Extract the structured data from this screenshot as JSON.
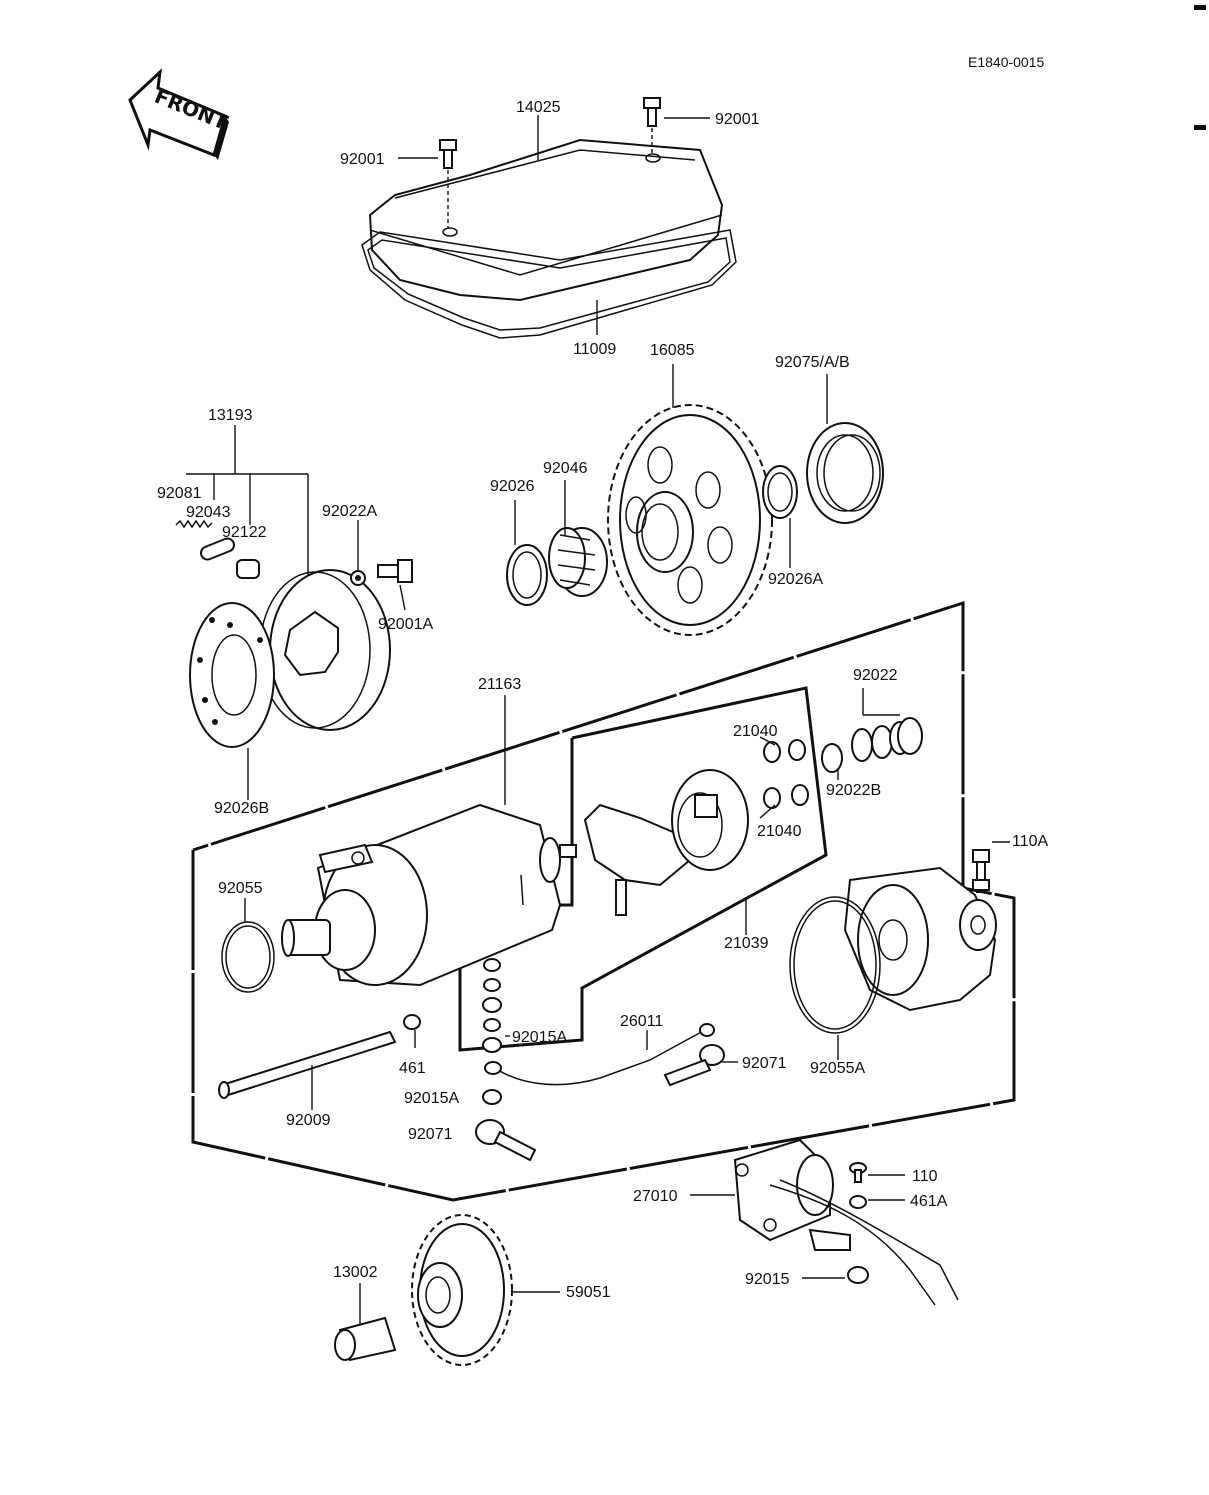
{
  "diagram_code": "E1840-0015",
  "front_label": "FRONT",
  "callouts": {
    "c14025": "14025",
    "c92001_left": "92001",
    "c92001_right": "92001",
    "c11009": "11009",
    "c16085": "16085",
    "c92075": "92075/A/B",
    "c13193": "13193",
    "c92081": "92081",
    "c92043": "92043",
    "c92122": "92122",
    "c92022A": "92022A",
    "c92001A": "92001A",
    "c92026": "92026",
    "c92046": "92046",
    "c92026A": "92026A",
    "c92026B": "92026B",
    "c21163": "21163",
    "c92022": "92022",
    "c21040_top": "21040",
    "c21040_bottom": "21040",
    "c92022B": "92022B",
    "c110A": "110A",
    "c92055": "92055",
    "c21039": "21039",
    "c92015A_top": "92015A",
    "c26011": "26011",
    "c92071_right": "92071",
    "c92055A": "92055A",
    "c461": "461",
    "c92009": "92009",
    "c92015A_bottom": "92015A",
    "c92071_left": "92071",
    "c110": "110",
    "c27010": "27010",
    "c461A": "461A",
    "c92015": "92015",
    "c13002": "13002",
    "c59051": "59051"
  }
}
